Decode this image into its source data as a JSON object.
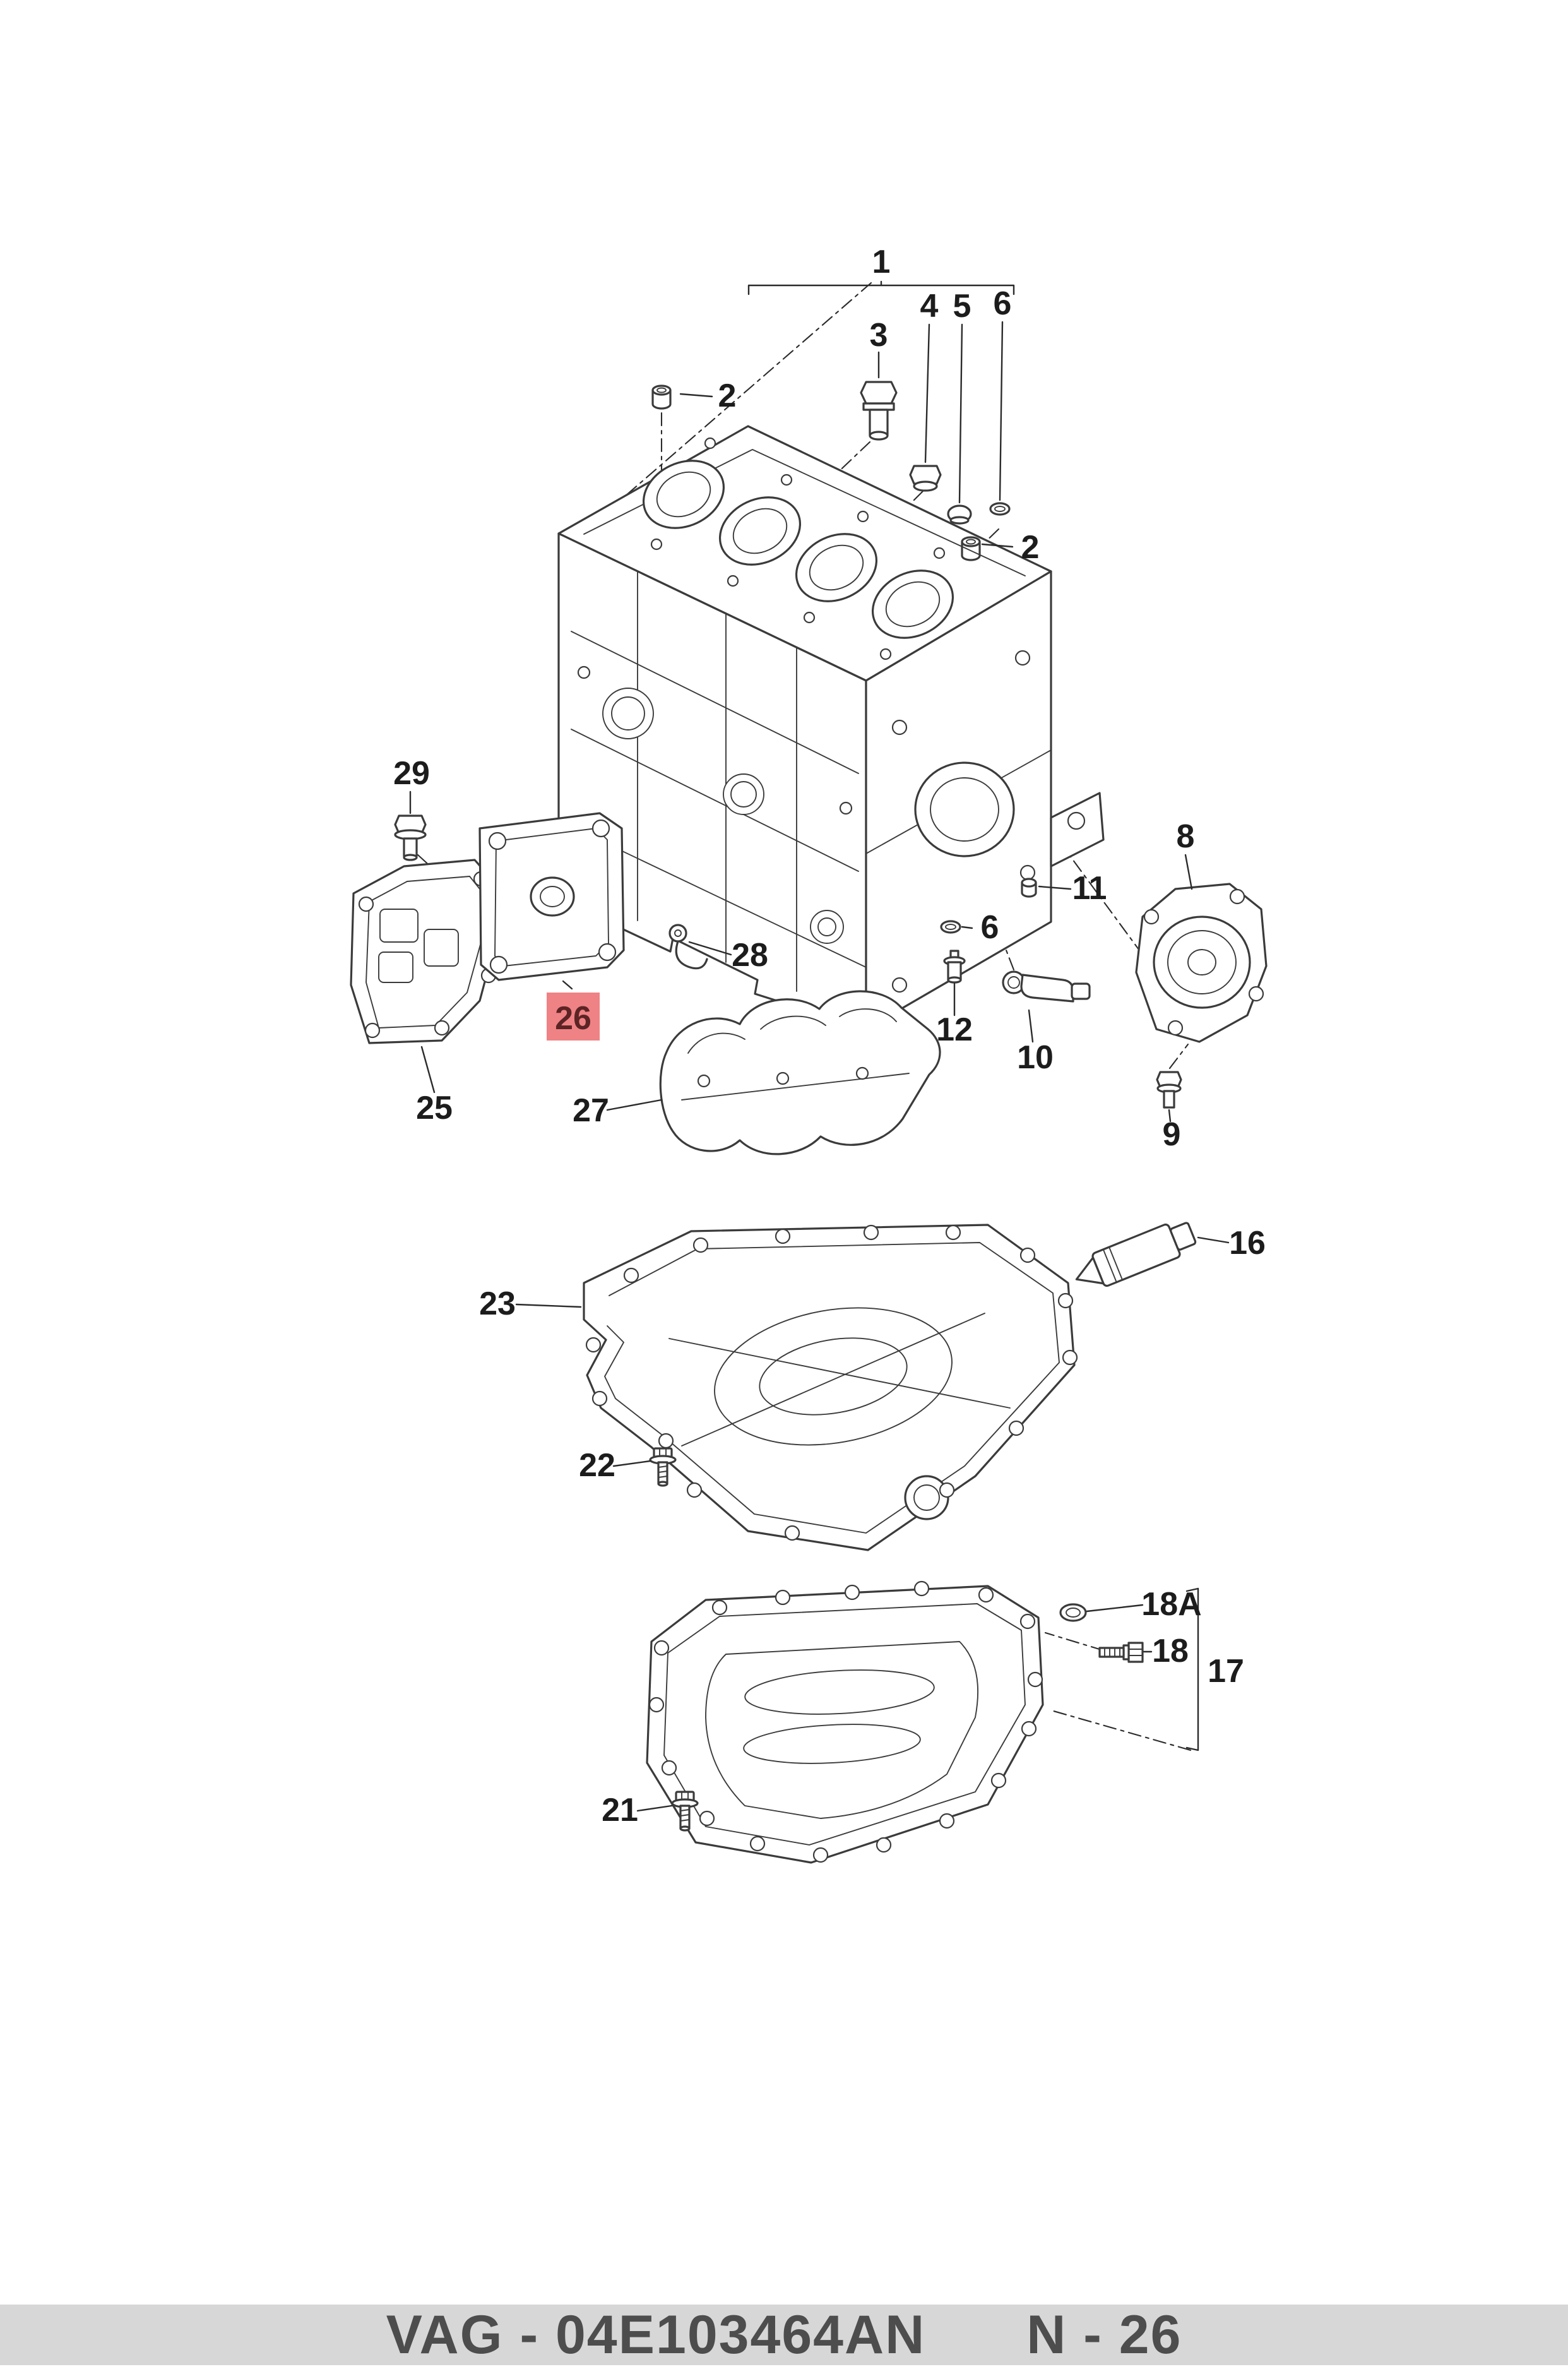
{
  "footer": {
    "catalog_code": "VAG - 04E103464AN",
    "page_code": "N - 26"
  },
  "colors": {
    "background": "#ffffff",
    "line": "#3b3b3b",
    "callout_text": "#1c1c1c",
    "highlight_fill": "#ef8285",
    "highlight_text": "#5c2424",
    "footer_background": "#d7d7d7",
    "footer_text": "#4d4d4d"
  },
  "highlighted_callout": "26",
  "callouts": {
    "c1": "1",
    "c2a": "2",
    "c2b": "2",
    "c3": "3",
    "c4": "4",
    "c5": "5",
    "c6a": "6",
    "c6b": "6",
    "c8": "8",
    "c9": "9",
    "c10": "10",
    "c11": "11",
    "c12": "12",
    "c16": "16",
    "c17": "17",
    "c18": "18",
    "c18a": "18A",
    "c21": "21",
    "c22": "22",
    "c23": "23",
    "c25": "25",
    "c26": "26",
    "c27": "27",
    "c28": "28",
    "c29": "29"
  }
}
